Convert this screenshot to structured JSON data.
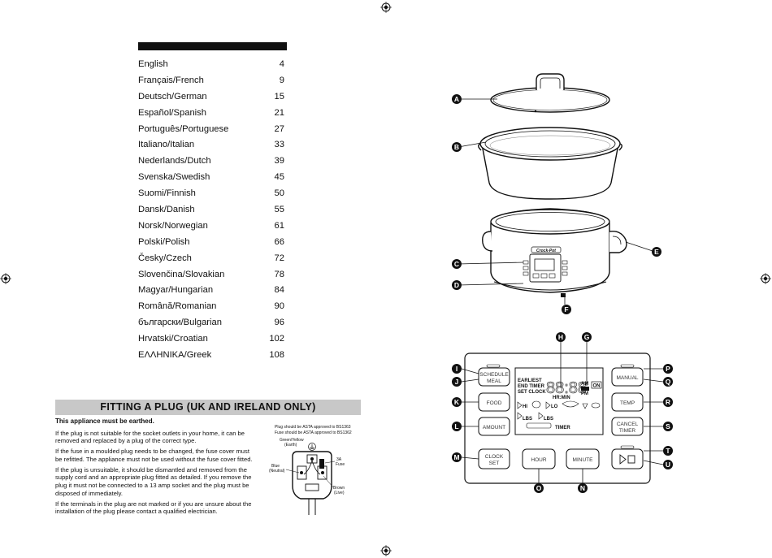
{
  "toc": [
    {
      "lang": "English",
      "page": "4"
    },
    {
      "lang": "Français/French",
      "page": "9"
    },
    {
      "lang": "Deutsch/German",
      "page": "15"
    },
    {
      "lang": "Español/Spanish",
      "page": "21"
    },
    {
      "lang": "Português/Portuguese",
      "page": "27"
    },
    {
      "lang": "Italiano/Italian",
      "page": "33"
    },
    {
      "lang": "Nederlands/Dutch",
      "page": "39"
    },
    {
      "lang": "Svenska/Swedish",
      "page": "45"
    },
    {
      "lang": "Suomi/Finnish",
      "page": "50"
    },
    {
      "lang": "Dansk/Danish",
      "page": "55"
    },
    {
      "lang": "Norsk/Norwegian",
      "page": "61"
    },
    {
      "lang": "Polski/Polish",
      "page": "66"
    },
    {
      "lang": "Česky/Czech",
      "page": "72"
    },
    {
      "lang": "Slovenčina/Slovakian",
      "page": "78"
    },
    {
      "lang": "Magyar/Hungarian",
      "page": "84"
    },
    {
      "lang": "Română/Romanian",
      "page": "90"
    },
    {
      "lang": "български/Bulgarian",
      "page": "96"
    },
    {
      "lang": "Hrvatski/Croatian",
      "page": "102"
    },
    {
      "lang": "ΕΛΛΗΝΙΚΑ/Greek",
      "page": "108"
    }
  ],
  "plug": {
    "title": "FITTING A PLUG (UK AND IRELAND ONLY)",
    "earthed": "This appliance must be earthed.",
    "paragraphs": [
      "If the plug is not suitable for the socket outlets in your home, it can be removed and replaced by a plug of the correct type.",
      "If the fuse in a moulded plug needs to be changed, the fuse cover must be refitted. The appliance must not be used without the fuse cover fitted.",
      "If the plug is unsuitable, it should be dismantled and removed from the supply cord and an appropriate plug fitted as detailed. If you remove the plug it must not be connected to a 13 amp socket and the plug must be disposed of immediately.",
      "If the terminals in the plug are not marked or if you are unsure about the installation of the plug please contact a qualified electrician."
    ],
    "diagram": {
      "asta1": "Plug should be ASTA approved to BS1363",
      "asta2": "Fuse should be ASTA approved to BS1362",
      "green_yellow": "Green/Yellow",
      "earth": "(Earth)",
      "fuse": "3A",
      "fuse2": "Fuse",
      "blue": "Blue",
      "neutral": "(Neutral)",
      "brown": "Brown",
      "live": "(Live)"
    }
  },
  "cooker_labels": {
    "A": "A",
    "B": "B",
    "C": "C",
    "D": "D",
    "E": "E",
    "F": "F",
    "brand": "Crock-Pot"
  },
  "panel": {
    "labels": {
      "G": "G",
      "H": "H",
      "I": "I",
      "J": "J",
      "K": "K",
      "L": "L",
      "M": "M",
      "N": "N",
      "O": "O",
      "P": "P",
      "Q": "Q",
      "R": "R",
      "S": "S",
      "T": "T",
      "U": "U"
    },
    "buttons": {
      "schedule1": "SCHEDULE",
      "schedule2": "MEAL",
      "food": "FOOD",
      "amount": "AMOUNT",
      "clock1": "CLOCK",
      "clock2": "SET",
      "hour": "HOUR",
      "minute": "MINUTE",
      "manual": "MANUAL",
      "temp": "TEMP",
      "cancel1": "CANCEL",
      "cancel2": "TIMER"
    },
    "lcd": {
      "earliest": "EARLIEST",
      "end_timer": "END TIMER",
      "set_clock": "SET CLOCK",
      "am": "AM",
      "pm": "PM",
      "on": "ON",
      "hrmin": "HR:MIN",
      "hi": "HI",
      "lo": "LO",
      "lbs1": "LBS",
      "lbs2": "LBS",
      "timer": "TIMER",
      "digits": "88:88"
    }
  }
}
